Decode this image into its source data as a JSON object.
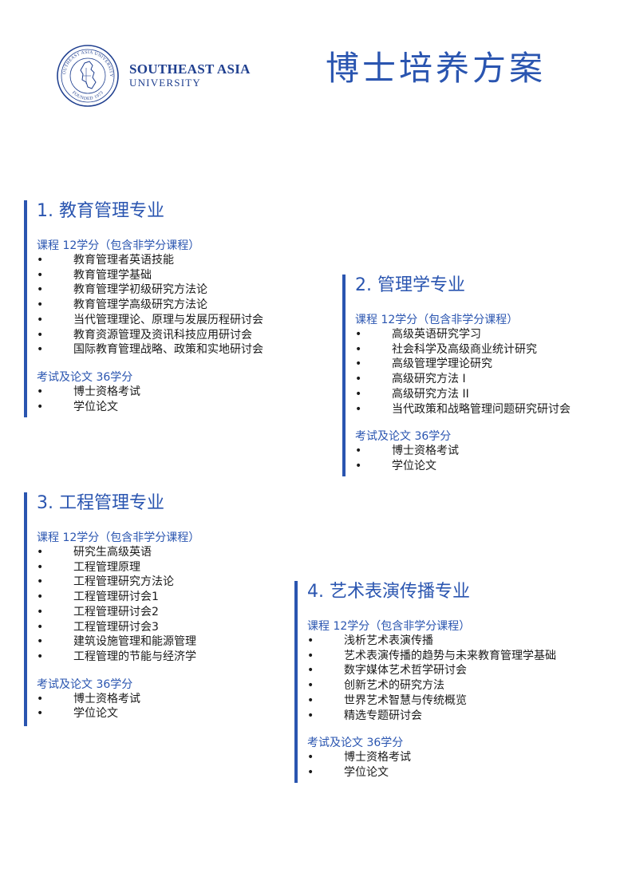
{
  "logo": {
    "line1": "SOUTHEAST ASIA",
    "line2": "UNIVERSITY",
    "seal_top_text": "SOUTHEAST ASIA UNIVERSITY",
    "seal_bottom_text": "FOUNDED 1973",
    "color": "#1f3f8f"
  },
  "title": "博士培养方案",
  "accent_color": "#2a55b0",
  "sections": [
    {
      "title": "1. 教育管理专业",
      "courses_heading": "课程 12学分（包含非学分课程）",
      "courses": [
        "教育管理者英语技能",
        "教育管理学基础",
        "教育管理学初级研究方法论",
        "教育管理学高级研究方法论",
        "当代管理理论、原理与发展历程研讨会",
        "教育资源管理及资讯科技应用研讨会",
        "国际教育管理战略、政策和实地研讨会"
      ],
      "exam_heading": "考试及论文 36学分",
      "exams": [
        "博士资格考试",
        "学位论文"
      ]
    },
    {
      "title": "2. 管理学专业",
      "courses_heading": "课程 12学分（包含非学分课程）",
      "courses": [
        "高级英语研究学习",
        "社会科学及高级商业统计研究",
        "高级管理学理论研究",
        "高级研究方法 I",
        "高级研究方法 II",
        "当代政策和战略管理问题研究研讨会"
      ],
      "exam_heading": "考试及论文 36学分",
      "exams": [
        "博士资格考试",
        "学位论文"
      ]
    },
    {
      "title": "3. 工程管理专业",
      "courses_heading": "课程 12学分（包含非学分课程）",
      "courses": [
        "研究生高级英语",
        "工程管理原理",
        "工程管理研究方法论",
        "工程管理研讨会1",
        "工程管理研讨会2",
        "工程管理研讨会3",
        "建筑设施管理和能源管理",
        "工程管理的节能与经济学"
      ],
      "exam_heading": "考试及论文 36学分",
      "exams": [
        "博士资格考试",
        "学位论文"
      ]
    },
    {
      "title": "4. 艺术表演传播专业",
      "courses_heading": "课程 12学分（包含非学分课程）",
      "courses": [
        "浅析艺术表演传播",
        "艺术表演传播的趋势与未来教育管理学基础",
        "数字媒体艺术哲学研讨会",
        "创新艺术的研究方法",
        "世界艺术智慧与传统概览",
        "精选专题研讨会"
      ],
      "exam_heading": "考试及论文 36学分",
      "exams": [
        "博士资格考试",
        "学位论文"
      ]
    }
  ]
}
